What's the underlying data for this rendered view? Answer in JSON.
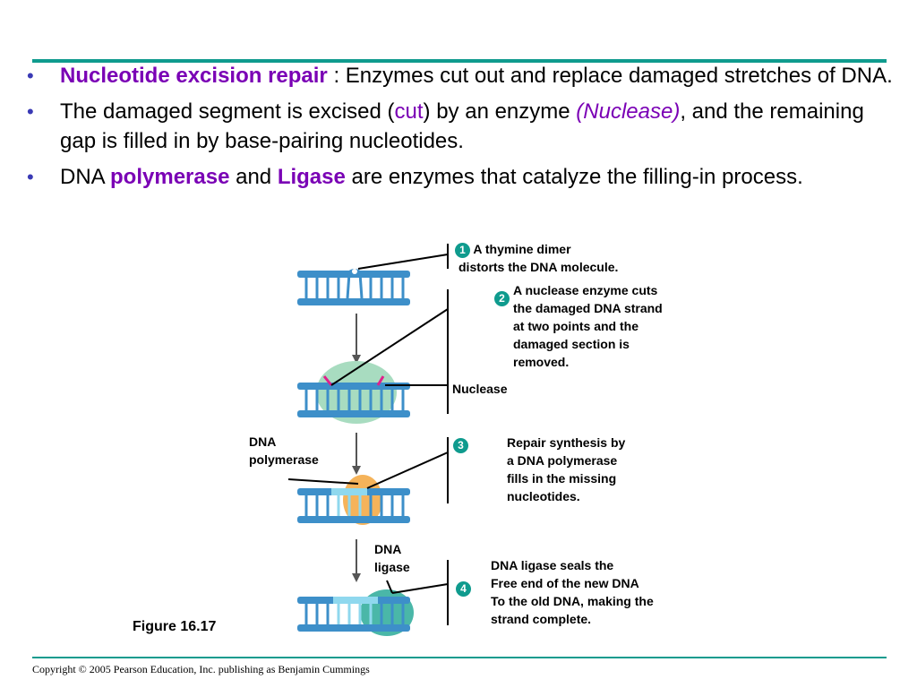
{
  "bullets": {
    "b1": {
      "term": "Nucleotide excision repair",
      "text": " : Enzymes cut out and replace damaged stretches of DNA."
    },
    "b2": {
      "pre": "The damaged segment is excised (",
      "cut": "cut",
      "mid": ") by an enzyme ",
      "nuclease": "(Nuclease)",
      "post": ", and the remaining gap is filled in by base-pairing nucleotides."
    },
    "b3": {
      "pre": "DNA ",
      "polymerase": "polymerase",
      "and": " and ",
      "ligase": "Ligase",
      "post": " are enzymes that catalyze the filling-in process."
    },
    "bullet_char": "•"
  },
  "figure": {
    "step1": {
      "number": "1",
      "line1": "A thymine dimer",
      "line2": "distorts the DNA molecule."
    },
    "step2": {
      "number": "2",
      "lines": [
        "A nuclease enzyme cuts",
        "the damaged DNA strand",
        "at two points and the",
        "damaged section is",
        "removed."
      ]
    },
    "nuclease_label": "Nuclease",
    "dna_polymerase_label": [
      "DNA",
      "polymerase"
    ],
    "step3": {
      "number": "3",
      "lines": [
        "Repair synthesis by",
        "a DNA polymerase",
        "fills in the missing",
        "nucleotides."
      ]
    },
    "dna_ligase_label": [
      "DNA",
      "ligase"
    ],
    "step4": {
      "number": "4",
      "lines": [
        "DNA ligase seals the",
        "Free end of the new DNA",
        "To the old DNA, making the",
        "strand complete."
      ]
    },
    "caption": "Figure 16.17"
  },
  "footer": {
    "copyright": "Copyright © 2005 Pearson Education, Inc. publishing as Benjamin Cummings"
  },
  "colors": {
    "accent": "#0f9b8e",
    "keyword": "#7a00b5",
    "dna": "#3d8fc9",
    "nuclease": "#a8dcc0",
    "polymerase": "#f5b35a",
    "ligase": "#4ab7a8",
    "new_dna": "#8fd8ee"
  }
}
